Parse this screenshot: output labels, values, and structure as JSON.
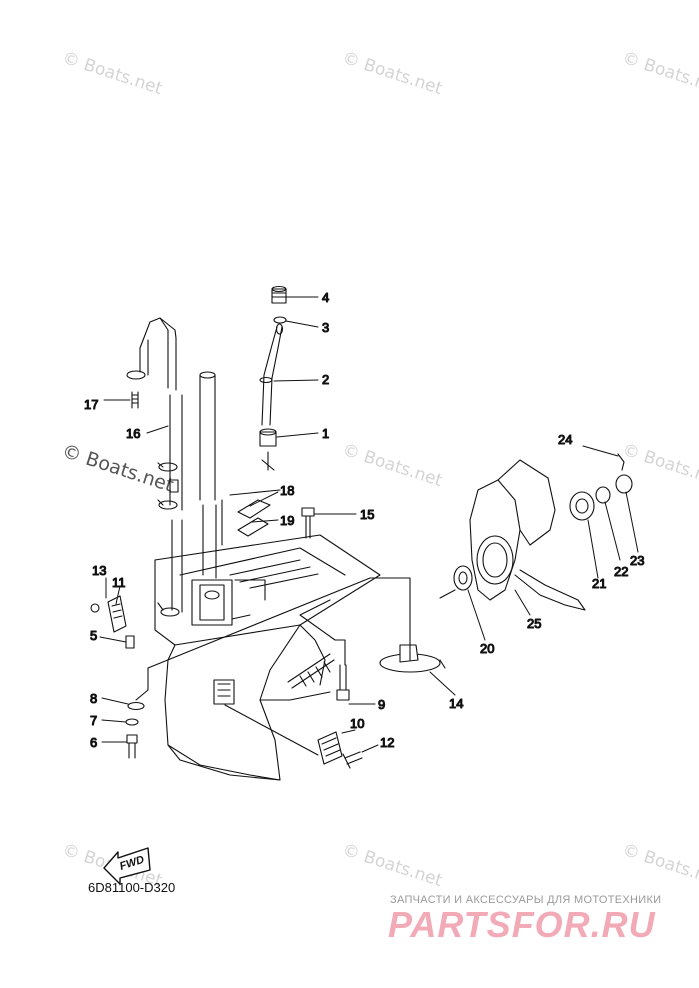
{
  "watermark": "© Boats.net",
  "diagram_code": "6D81100-D320",
  "fwd_label": "FWD",
  "shop": {
    "tagline": "ЗАПЧАСТИ И АКСЕССУАРЫ ДЛЯ МОТОТЕХНИКИ",
    "logo": "PARTSFOR.RU"
  },
  "callouts": [
    "1",
    "2",
    "3",
    "4",
    "5",
    "6",
    "7",
    "8",
    "9",
    "10",
    "11",
    "12",
    "13",
    "14",
    "15",
    "16",
    "17",
    "18",
    "19",
    "20",
    "21",
    "22",
    "23",
    "24",
    "25"
  ]
}
